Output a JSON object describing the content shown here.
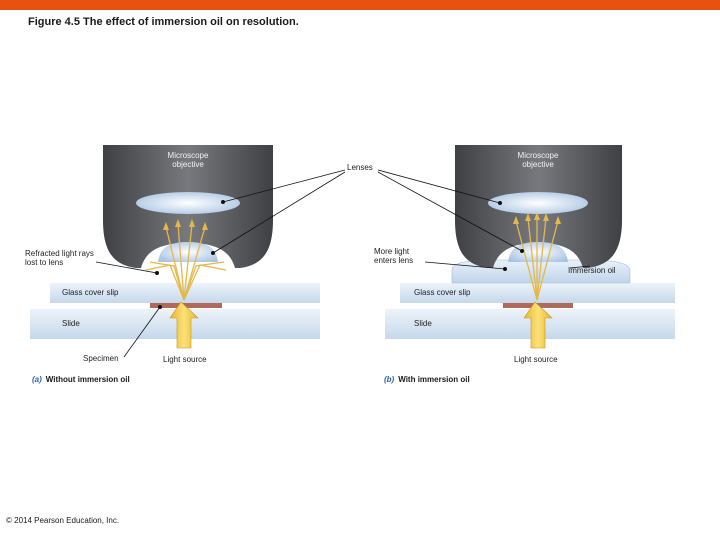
{
  "title": "Figure 4.5  The effect of immersion oil on resolution.",
  "colors": {
    "accent_bar": "#e8510f",
    "objective_gray": "#5e6064",
    "lens_blue": "#c9dcf0",
    "glass_blue": "#d9e6f3",
    "specimen_brown": "#b06a5a",
    "ray_yellow": "#f0c233",
    "oil_blue": "#cfe0f1"
  },
  "labels": {
    "objective_left": "Microscope objective",
    "objective_right": "Microscope objective",
    "lenses": "Lenses",
    "refracted": "Refracted light rays lost to lens",
    "more_light": "More light enters lens",
    "immersion_oil": "Immersion oil",
    "cover_slip_left": "Glass cover slip",
    "cover_slip_right": "Glass cover slip",
    "slide_left": "Slide",
    "slide_right": "Slide",
    "specimen": "Specimen",
    "light_source_left": "Light source",
    "light_source_right": "Light source"
  },
  "panels": {
    "a": {
      "letter": "(a)",
      "caption": "Without immersion oil"
    },
    "b": {
      "letter": "(b)",
      "caption": "With immersion oil"
    }
  },
  "copyright": "© 2014 Pearson Education, Inc.",
  "icons": [
    "arrow-up-icon"
  ]
}
